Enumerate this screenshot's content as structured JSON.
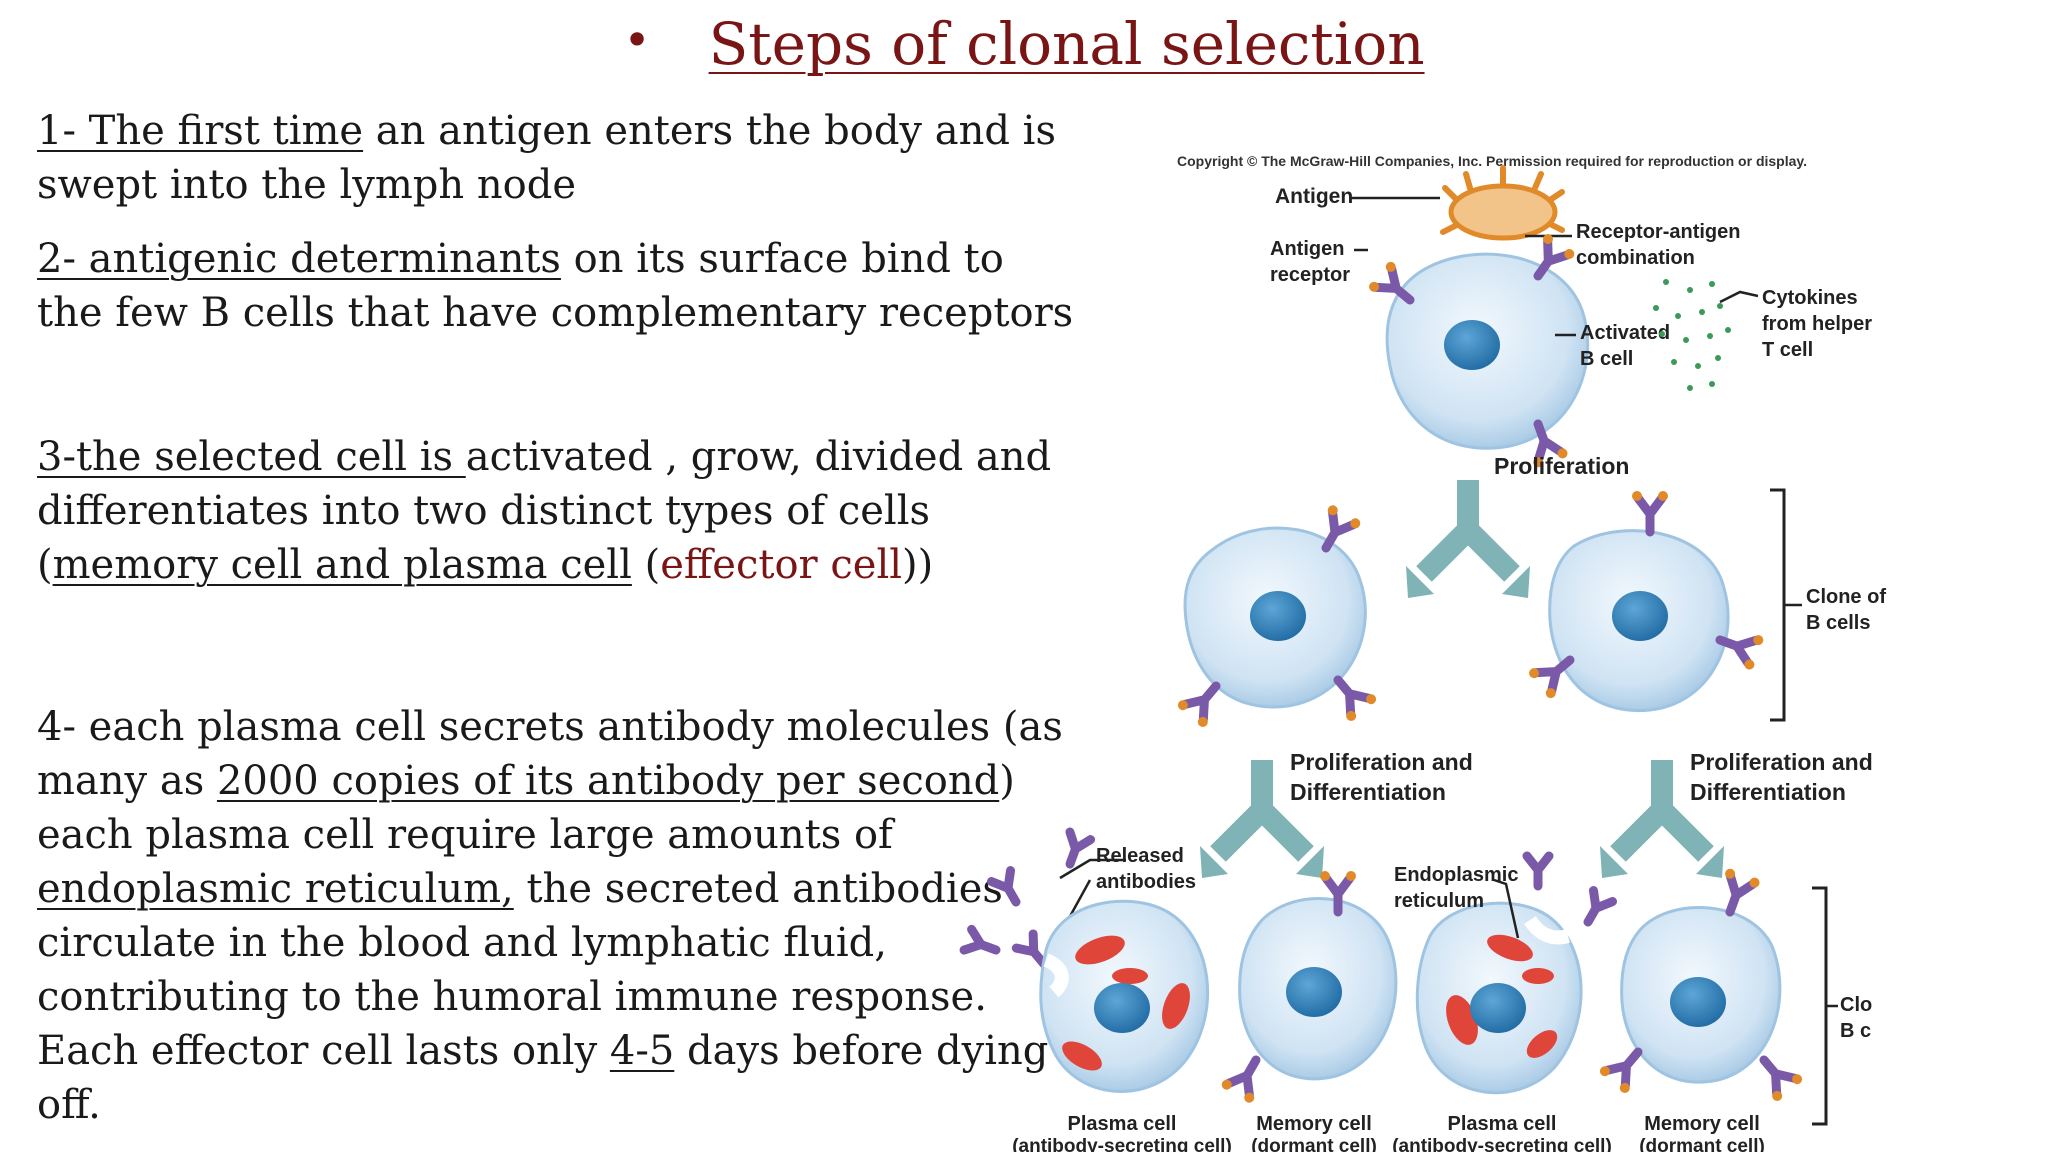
{
  "slide": {
    "bullet": "•",
    "title": "Steps of clonal selection"
  },
  "step1": {
    "u1": "1- The first time",
    "t1": " an antigen enters the body and is swept into the lymph node"
  },
  "step2": {
    "u1": "2- antigenic determinants",
    "t1": " on its surface bind to the few B cells that have complementary receptors"
  },
  "step3": {
    "u1": "3-the selected cell is ",
    "t1": "activated , grow, divided and differentiates into two distinct types of cells (",
    "u2": "memory cell and plasma cell",
    "t2": " (",
    "m1": "effector cell",
    "t3": "))"
  },
  "step4": {
    "t1": "4- each plasma cell secrets antibody molecules (as many as ",
    "u1": "2000 copies of its antibody per second",
    "t2": ") each plasma cell require large amounts of ",
    "u2": "endoplasmic reticulum,",
    "t3": " the secreted antibodies circulate in the blood and lymphatic fluid, contributing to the humoral immune response. Each effector cell lasts only ",
    "u3": "4-5",
    "t4": " days before dying off."
  },
  "figure": {
    "copyright": "Copyright © The McGraw-Hill Companies, Inc. Permission required for reproduction or display.",
    "antigen": "Antigen",
    "antigen_receptor_1": "Antigen",
    "antigen_receptor_2": "receptor",
    "receptor_antigen_1": "Receptor-antigen",
    "receptor_antigen_2": "combination",
    "activated_1": "Activated",
    "activated_2": "B cell",
    "cytokines_1": "Cytokines",
    "cytokines_2": "from helper",
    "cytokines_3": "T cell",
    "proliferation": "Proliferation",
    "clone_1": "Clone of",
    "clone_2": "B cells",
    "prolif_diff_1": "Proliferation and",
    "prolif_diff_2": "Differentiation",
    "released_1": "Released",
    "released_2": "antibodies",
    "er_1": "Endoplasmic",
    "er_2": "reticulum",
    "clone_trunc_1": "Clo",
    "clone_trunc_2": "B c",
    "plasma_1": "Plasma cell",
    "plasma_2": "(antibody-secreting cell)",
    "memory_1": "Memory cell",
    "memory_2": "(dormant cell)"
  },
  "colors": {
    "title": "#7a1515",
    "cell_fill": "#cfe3f3",
    "nucleus": "#2f7fb5",
    "receptor": "#7a5aa8",
    "receptor_tip": "#e08a2a",
    "arrow": "#7fb3b5",
    "er": "#e0453a",
    "cytokine": "#3a9a5a"
  }
}
